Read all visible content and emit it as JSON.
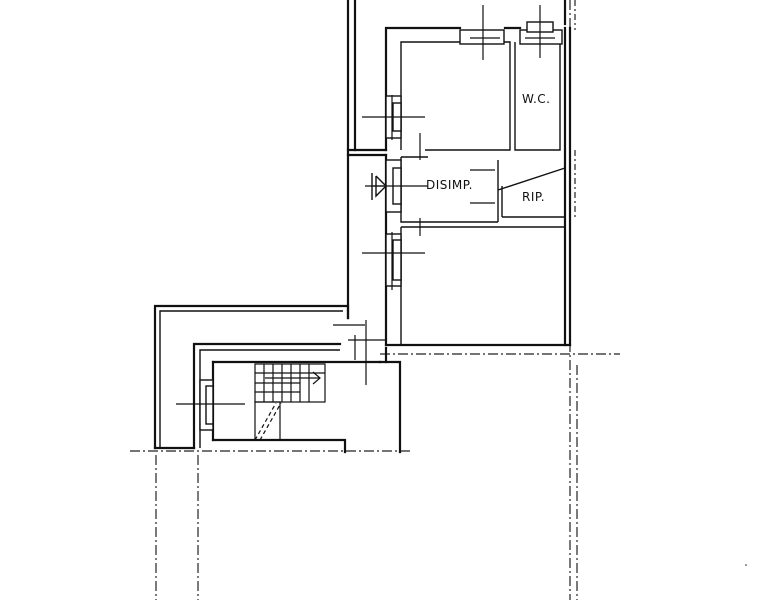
{
  "rooms": {
    "wc": "W.C.",
    "disimp": "DISIMP.",
    "rip": "RIP."
  }
}
